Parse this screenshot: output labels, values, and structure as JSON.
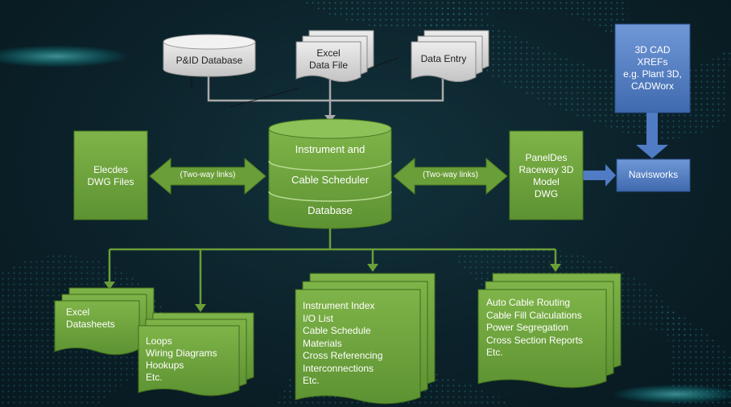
{
  "sources": {
    "pid_database": "P&ID Database",
    "excel_data_file": "Excel\nData File",
    "data_entry": "Data Entry",
    "cad_xrefs": "3D CAD\nXREFs\ne.g. Plant 3D,\nCADWorx"
  },
  "central_db": {
    "line1": "Instrument and",
    "line2": "Cable Scheduler",
    "line3": "Database"
  },
  "elecdes": "Elecdes\nDWG Files",
  "paneldes": "PanelDes\nRaceway 3D\nModel\nDWG",
  "navisworks": "Navisworks",
  "two_way_left": "(Two-way links)",
  "two_way_right": "(Two-way links)",
  "outputs": {
    "excel_datasheets": "Excel\nDatasheets",
    "loops": "Loops\nWiring Diagrams\nHookups\nEtc.",
    "instrument_list": "Instrument Index\nI/O List\nCable Schedule\nMaterials\nCross Referencing\nInterconnections\nEtc.",
    "cable_list": "Auto Cable Routing\nCable Fill Calculations\nPower Segregation\nCross Section Reports\nEtc."
  },
  "colors": {
    "green": "#6a9e38",
    "green_dark": "#4d7a24",
    "blue": "#5b86c8",
    "gray": "#d9d9d9"
  }
}
